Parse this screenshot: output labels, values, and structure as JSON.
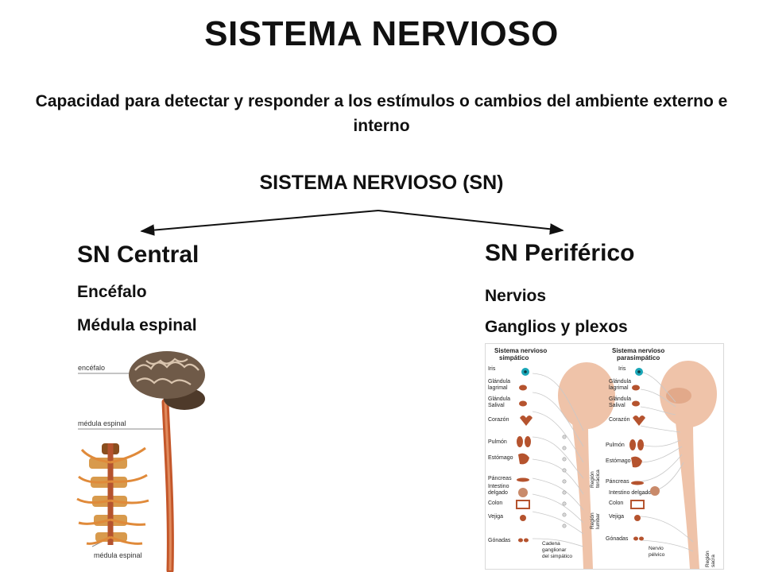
{
  "title": "SISTEMA NERVIOSO",
  "subtitle": "Capacidad para detectar y responder a los estímulos o cambios del ambiente externo e interno",
  "sn_heading": "SISTEMA NERVIOSO (SN)",
  "central": {
    "title": "SN Central",
    "items": [
      "Encéfalo",
      "Médula espinal"
    ],
    "figure_labels": {
      "encefalo": "encéfalo",
      "medula_top": "médula espinal",
      "medula_bottom": "médula espinal"
    }
  },
  "periferico": {
    "title": "SN Periférico",
    "items": [
      "Nervios",
      "Ganglios y plexos"
    ],
    "figure": {
      "simpatico_header": [
        "Sistema nervioso",
        "simpático"
      ],
      "parasimpatico_header": [
        "Sistema nervioso",
        "parasimpático"
      ],
      "simpatico_organs": [
        "Iris",
        "Glándula",
        "lagrimal",
        "Glándula",
        "Salival",
        "Corazón",
        "Pulmón",
        "Estómago",
        "Páncreas",
        "Intestino",
        "delgado",
        "Colon",
        "Vejiga",
        "Gónadas"
      ],
      "parasimpatico_organs": [
        "Iris",
        "Glándula",
        "lagrimal",
        "Glándula",
        "Salival",
        "Corazón",
        "Pulmón",
        "Estómago",
        "Páncreas",
        "Intestino delgado",
        "Colon",
        "Vejiga",
        "Gónadas"
      ],
      "region_toracica": [
        "Región",
        "torácica"
      ],
      "region_lumbar": [
        "Región",
        "lumbar"
      ],
      "cadena": [
        "Cadena",
        "ganglionar",
        "del simpático"
      ],
      "nervio_pelvico": [
        "Nervio",
        "pélvico"
      ],
      "region_sacra": [
        "Región",
        "sacra"
      ]
    }
  },
  "colors": {
    "text": "#111111",
    "brain": "#6f5a48",
    "spinal": "#c4572a",
    "nerve_pink": "#efc3a9",
    "iris": "#1aa6b7",
    "organ": "#b5532e",
    "figure_border": "#d9d9d9"
  }
}
